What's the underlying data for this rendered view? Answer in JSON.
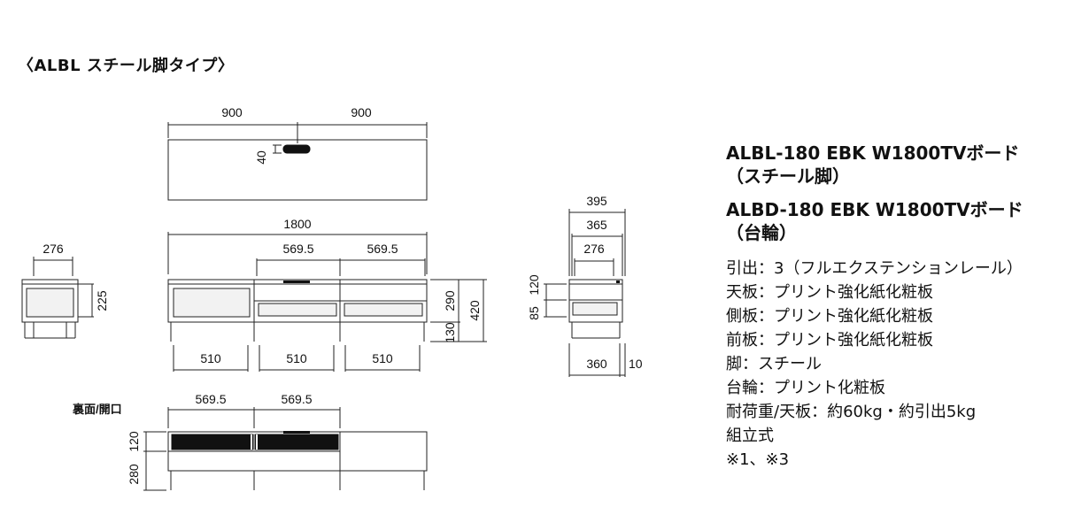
{
  "header": {
    "title": "〈ALBL スチール脚タイプ〉"
  },
  "top_view": {
    "dims": [
      "900",
      "900",
      "40"
    ]
  },
  "front_view": {
    "dims": [
      "1800",
      "569.5",
      "569.5",
      "290",
      "420",
      "130",
      "510",
      "510",
      "510"
    ]
  },
  "left_side_view": {
    "dims": [
      "276",
      "225"
    ]
  },
  "right_side_view": {
    "dims": [
      "395",
      "365",
      "276",
      "120",
      "85",
      "360",
      "10"
    ]
  },
  "back_view": {
    "label": "裏面/開口",
    "dims": [
      "569.5",
      "569.5",
      "120",
      "280"
    ]
  },
  "products": [
    {
      "title_line1": "ALBL-180 EBK W1800TVボード",
      "title_line2": "（スチール脚）"
    },
    {
      "title_line1": "ALBD-180 EBK W1800TVボード",
      "title_line2": "（台輪）"
    }
  ],
  "specs": [
    "引出：3（フルエクステンションレール）",
    "天板：プリント強化紙化粧板",
    "側板：プリント強化紙化粧板",
    "前板：プリント強化紙化粧板",
    "脚：スチール",
    "台輪：プリント化粧板",
    "耐荷重/天板：約60kg・約引出5kg",
    "組立式",
    "※1、※3"
  ]
}
